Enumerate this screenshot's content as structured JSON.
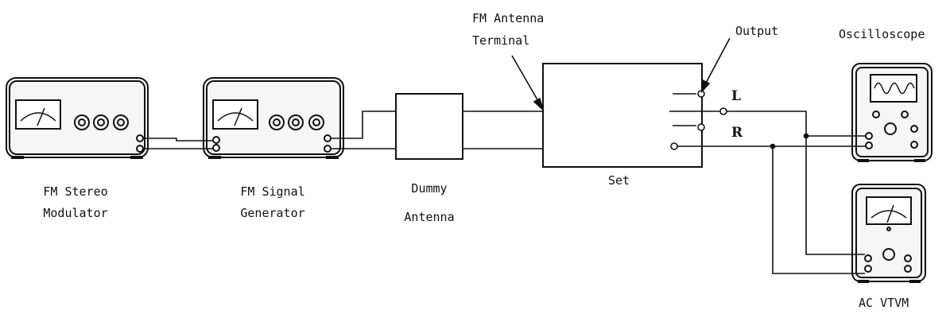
{
  "labels": {
    "fm_stereo_modulator": [
      "FM Stereo",
      "Modulator"
    ],
    "fm_signal_generator": [
      "FM Signal",
      "Generator"
    ],
    "dummy_antenna": [
      "Dummy",
      "Antenna"
    ],
    "fm_antenna_terminal": [
      "FM Antenna",
      "Terminal"
    ],
    "set": "Set",
    "output": "Output",
    "left_channel": "L",
    "right_channel": "R",
    "oscilloscope": "Oscilloscope",
    "ac_vtvm": "AC VTVM"
  },
  "colors": {
    "ink": "#111111",
    "panel": "#f2f2f2",
    "background": "#ffffff"
  }
}
